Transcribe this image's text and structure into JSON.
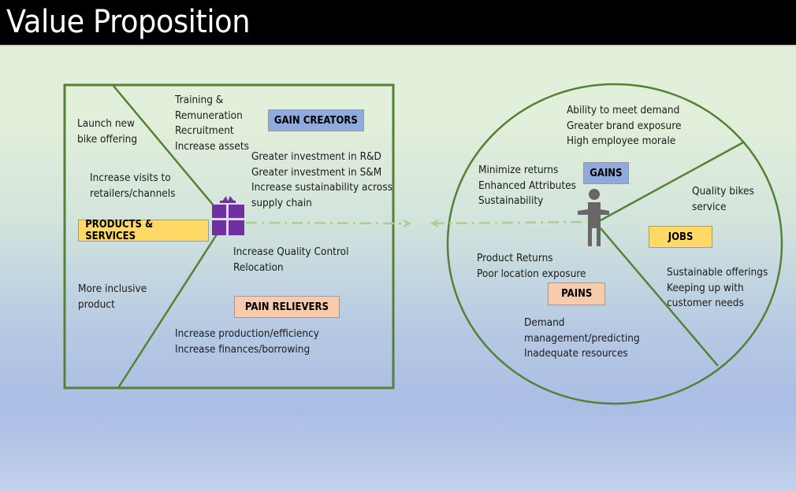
{
  "title": "Value Proposition",
  "colors": {
    "frame_green": "#548235",
    "connector_green": "#a9d18e",
    "gift_purple": "#7030a0",
    "person_gray": "#6b6666",
    "gain_blue": "#8faadc",
    "job_yellow": "#ffd966",
    "pain_peach": "#f8cbad"
  },
  "value_map": {
    "products_services": {
      "label": "PRODUCTS & SERVICES",
      "items_top": "Launch new\nbike offering",
      "items_mid": "Increase visits to\nretailers/channels",
      "items_bottom": "More inclusive\nproduct"
    },
    "gain_creators": {
      "label": "GAIN CREATORS",
      "items_1": "Training &\nRemuneration\nRecruitment\nIncrease assets",
      "items_2": "Greater investment in R&D\nGreater investment in S&M\nIncrease sustainability across\nsupply chain"
    },
    "pain_relievers": {
      "label": "PAIN RELIEVERS",
      "items_1": "Increase Quality Control\nRelocation",
      "items_2": "Increase production/efficiency\nIncrease finances/borrowing"
    },
    "icon": "gift-icon"
  },
  "customer_profile": {
    "gains": {
      "label": "GAINS",
      "items_1": "Ability to meet demand\nGreater brand exposure\nHigh employee morale",
      "items_2": "Minimize returns\nEnhanced Attributes\nSustainability"
    },
    "jobs": {
      "label": "JOBS",
      "items_1": "Quality bikes\n service",
      "items_2": "Sustainable offerings\nKeeping up with\ncustomer needs"
    },
    "pains": {
      "label": "PAINS",
      "items_1": "Product Returns\nPoor location exposure",
      "items_2": "Demand\nmanagement/predicting\nInadequate resources"
    },
    "icon": "person-icon"
  }
}
